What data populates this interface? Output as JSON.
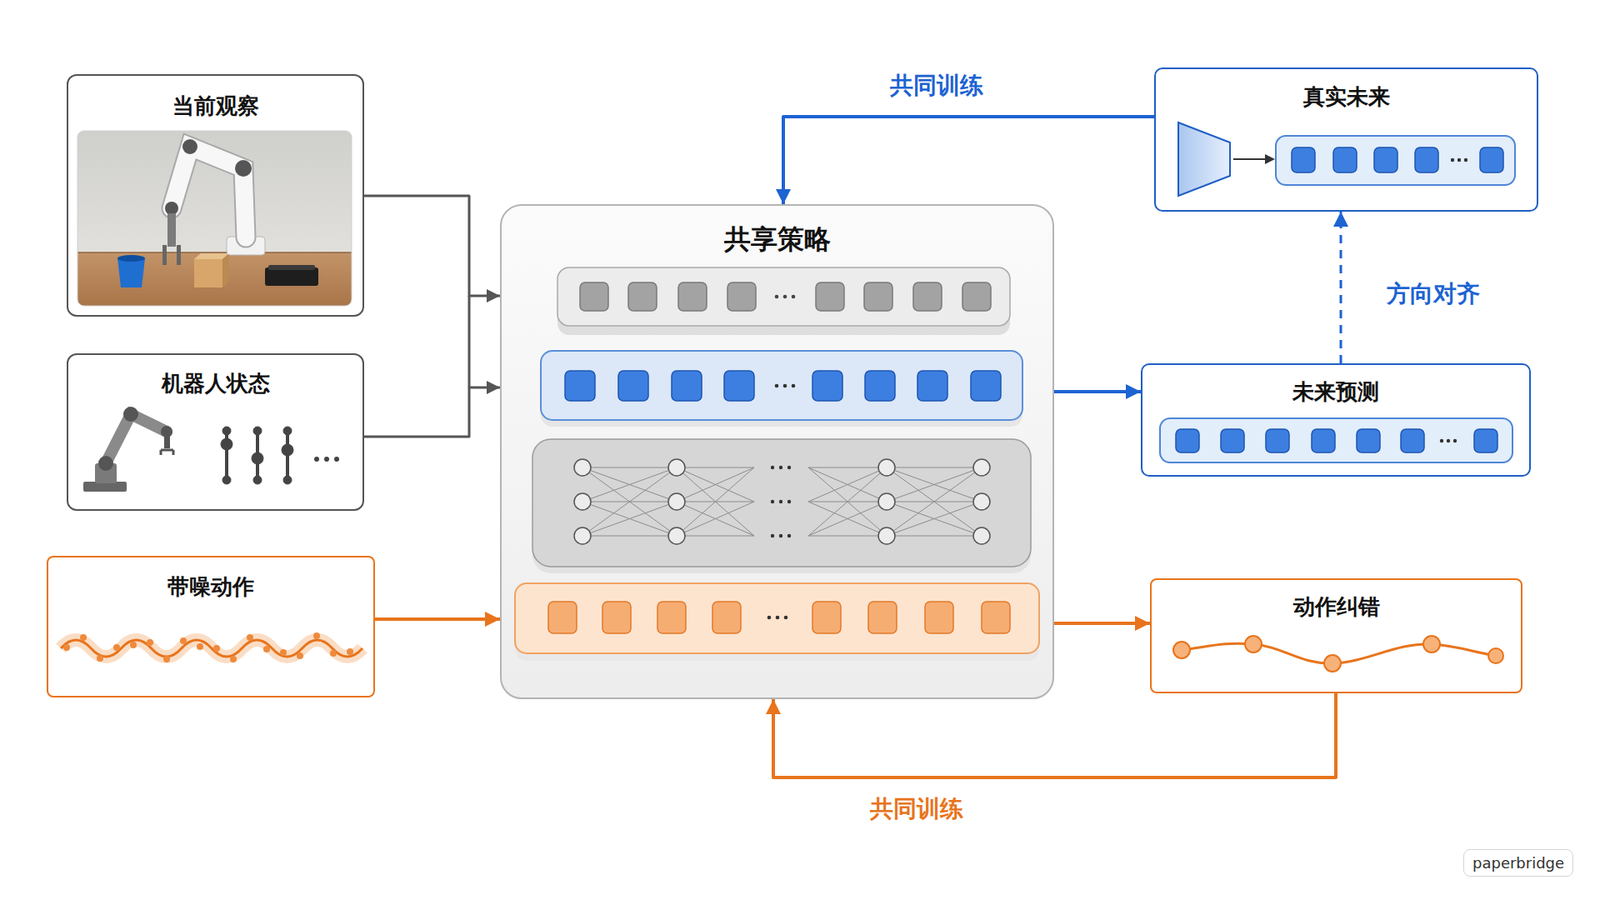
{
  "diagram": {
    "nodes": [
      {
        "text": [
          "当前观察"
        ]
      },
      {
        "text": [
          "机器人状态"
        ]
      },
      {
        "text": [
          "带噪动作"
        ]
      },
      {
        "text": [
          "共享策略"
        ]
      },
      {
        "text": [
          "真实未来"
        ]
      },
      {
        "text": [
          "未来预测"
        ]
      },
      {
        "text": [
          "动作纠错"
        ]
      }
    ],
    "edges": [
      {
        "from": 0,
        "to": 3,
        "arrow": "to"
      },
      {
        "from": 1,
        "to": 3,
        "arrow": "to"
      },
      {
        "from": 2,
        "to": 3,
        "arrow": "to"
      },
      {
        "from": 3,
        "to": 5,
        "arrow": "to"
      },
      {
        "from": 3,
        "to": 6,
        "arrow": "to"
      },
      {
        "from": 4,
        "to": 3,
        "label": "共同训练",
        "arrow": "to"
      },
      {
        "from": 6,
        "to": 3,
        "label": "共同训练",
        "arrow": "to"
      },
      {
        "from": 5,
        "to": 4,
        "label": "方向对齐",
        "arrow": "to"
      }
    ],
    "labels": [
      "paperbridge"
    ]
  }
}
